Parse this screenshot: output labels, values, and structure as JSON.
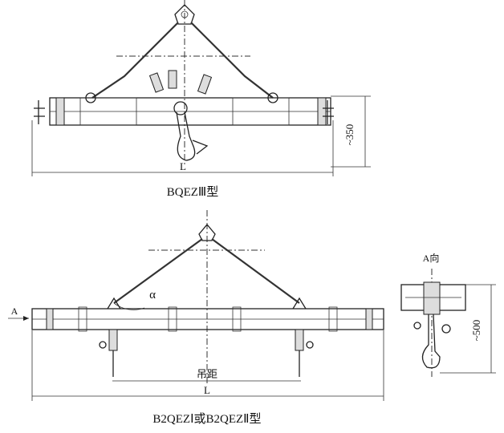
{
  "top_drawing": {
    "caption": "BQEZⅢ型",
    "height_dim": "~350",
    "length_dim": "L"
  },
  "bottom_drawing": {
    "caption": "B2QEZⅠ或B2QEZⅡ型",
    "angle_label": "α",
    "view_arrow_label": "A",
    "span_dim": "吊距",
    "length_dim": "L"
  },
  "side_view": {
    "title": "A向",
    "height_dim": "~500"
  }
}
